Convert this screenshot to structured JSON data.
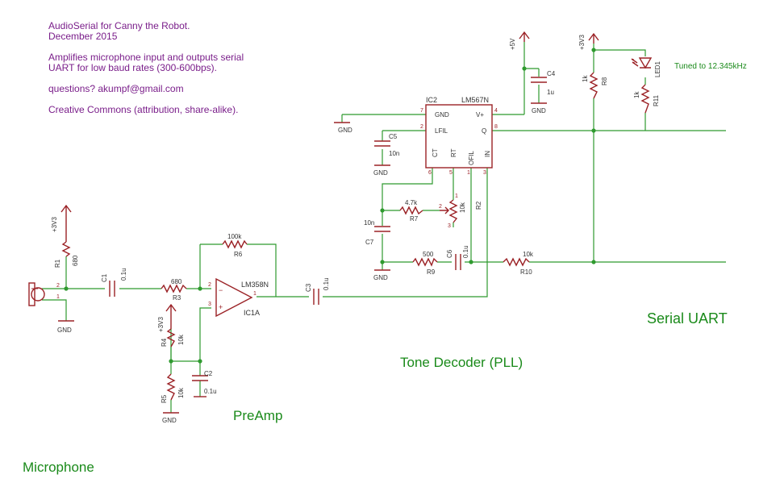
{
  "notes": {
    "line1": "AudioSerial for Canny the Robot.",
    "line2": "December 2015",
    "line3": "Amplifies microphone input and outputs serial",
    "line4": "UART for low baud rates (300-600bps).",
    "line5": "questions? akumpf@gmail.com",
    "line6": "Creative Commons (attribution, share-alike)."
  },
  "sections": {
    "microphone": "Microphone",
    "preamp": "PreAmp",
    "decoder": "Tone Decoder (PLL)",
    "uart": "Serial UART"
  },
  "tuned": "Tuned to 12.345kHz",
  "supplies": {
    "v33": "+3V3",
    "v5": "+5V",
    "gnd": "GND"
  },
  "parts": {
    "R1": {
      "name": "R1",
      "value": "680"
    },
    "R2": {
      "name": "R2",
      "value": "10k"
    },
    "R3": {
      "name": "R3",
      "value": "680"
    },
    "R4": {
      "name": "R4",
      "value": "10k"
    },
    "R5": {
      "name": "R5",
      "value": "10k"
    },
    "R6": {
      "name": "R6",
      "value": "100k"
    },
    "R7": {
      "name": "R7",
      "value": "4.7k"
    },
    "R8": {
      "name": "R8",
      "value": "1k"
    },
    "R9": {
      "name": "R9",
      "value": "500"
    },
    "R10": {
      "name": "R10",
      "value": "10k"
    },
    "R11": {
      "name": "R11",
      "value": "1k"
    },
    "C1": {
      "name": "C1",
      "value": "0.1u"
    },
    "C2": {
      "name": "C2",
      "value": "0.1u"
    },
    "C3": {
      "name": "C3",
      "value": "0.1u"
    },
    "C4": {
      "name": "C4",
      "value": "1u"
    },
    "C5": {
      "name": "C5",
      "value": "10n"
    },
    "C6": {
      "name": "C6",
      "value": "0.1u"
    },
    "C7": {
      "name": "C7",
      "value": "10n"
    },
    "IC1A": {
      "name": "IC1A",
      "value": "LM358N"
    },
    "IC2": {
      "name": "IC2",
      "value": "LM567N"
    },
    "LED1": {
      "name": "LED1"
    }
  },
  "ic2_pins": [
    "GND",
    "V+",
    "LFIL",
    "Q",
    "CT",
    "RT",
    "OFIL",
    "IN"
  ],
  "pin_numbers": {
    "ic2": [
      "7",
      "4",
      "2",
      "8",
      "6",
      "5",
      "1",
      "3"
    ],
    "opamp": [
      "2",
      "3",
      "1"
    ],
    "r2": [
      "2",
      "1",
      "3"
    ],
    "mic": [
      "2",
      "1"
    ]
  },
  "colors": {
    "wire": "#2f9a2f",
    "part": "#9b2226",
    "note": "#7a1e8a",
    "section": "#1a8a1a"
  }
}
